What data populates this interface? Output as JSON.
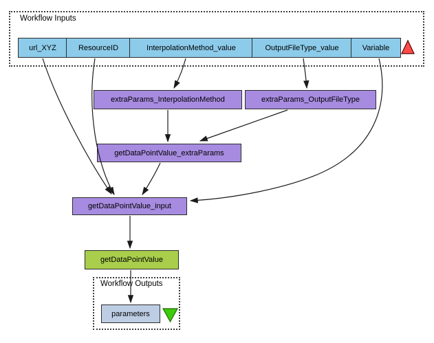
{
  "diagram": {
    "inputs_group": {
      "label": "Workflow Inputs"
    },
    "outputs_group": {
      "label": "Workflow Outputs"
    },
    "nodes": {
      "url_xyz": {
        "label": "url_XYZ",
        "type": "workflow-input-port"
      },
      "resource_id": {
        "label": "ResourceID",
        "type": "workflow-input-port"
      },
      "interpolation_method_value": {
        "label": "InterpolationMethod_value",
        "type": "workflow-input-port"
      },
      "output_file_type_value": {
        "label": "OutputFileType_value",
        "type": "workflow-input-port"
      },
      "variable": {
        "label": "Variable",
        "type": "workflow-input-port"
      },
      "extra_params_interpolation_method": {
        "label": "extraParams_InterpolationMethod",
        "type": "service-parameter"
      },
      "extra_params_output_file_type": {
        "label": "extraParams_OutputFileType",
        "type": "service-parameter"
      },
      "get_data_point_value_extra_params": {
        "label": "getDataPointValue_extraParams",
        "type": "service-parameter"
      },
      "get_data_point_value_input": {
        "label": "getDataPointValue_input",
        "type": "service-parameter"
      },
      "get_data_point_value": {
        "label": "getDataPointValue",
        "type": "service"
      },
      "parameters": {
        "label": "parameters",
        "type": "workflow-output-port"
      }
    },
    "edges": [
      {
        "from": "url_XYZ",
        "to": "getDataPointValue_input"
      },
      {
        "from": "ResourceID",
        "to": "getDataPointValue_input"
      },
      {
        "from": "InterpolationMethod_value",
        "to": "extraParams_InterpolationMethod"
      },
      {
        "from": "OutputFileType_value",
        "to": "extraParams_OutputFileType"
      },
      {
        "from": "Variable",
        "to": "getDataPointValue_input"
      },
      {
        "from": "extraParams_InterpolationMethod",
        "to": "getDataPointValue_extraParams"
      },
      {
        "from": "extraParams_OutputFileType",
        "to": "getDataPointValue_extraParams"
      },
      {
        "from": "getDataPointValue_extraParams",
        "to": "getDataPointValue_input"
      },
      {
        "from": "getDataPointValue_input",
        "to": "getDataPointValue"
      },
      {
        "from": "getDataPointValue",
        "to": "parameters"
      }
    ],
    "markers": {
      "input_marker": {
        "name": "red-up-triangle"
      },
      "output_marker": {
        "name": "green-down-triangle"
      }
    },
    "colors": {
      "workflow_input_port": "#8CCBEA",
      "service_parameter": "#A78BE0",
      "service": "#A8CE4B",
      "workflow_output_port": "#BDCEE4",
      "input_marker_red": "#FF4A4A",
      "output_marker_green": "#3ECB0C",
      "node_border": "#2B2B2B",
      "edge": "#1A1A1A"
    }
  }
}
